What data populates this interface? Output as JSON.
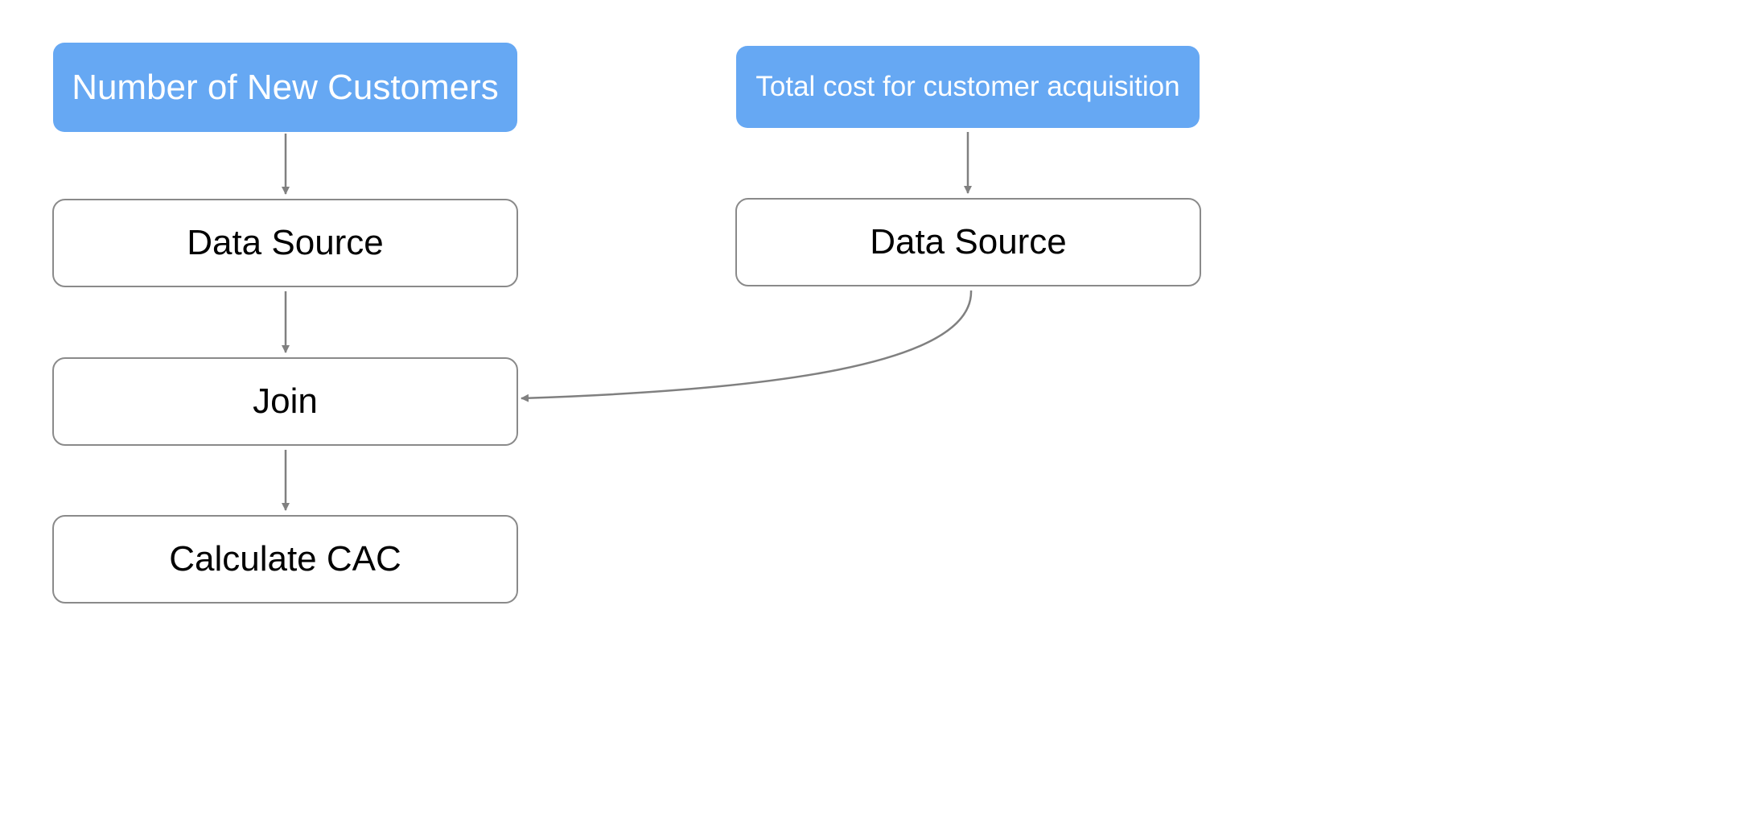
{
  "diagram": {
    "nodes": {
      "new_customers": "Number of New Customers",
      "total_cost": "Total cost for customer acquisition",
      "data_source_left": "Data Source",
      "data_source_right": "Data Source",
      "join": "Join",
      "calculate_cac": "Calculate CAC"
    },
    "edges": [
      {
        "from": "new_customers",
        "to": "data_source_left"
      },
      {
        "from": "data_source_left",
        "to": "join"
      },
      {
        "from": "join",
        "to": "calculate_cac"
      },
      {
        "from": "total_cost",
        "to": "data_source_right"
      },
      {
        "from": "data_source_right",
        "to": "join"
      }
    ],
    "colors": {
      "source_fill": "#66a8f3",
      "source_text": "#ffffff",
      "step_border": "#8a8a8a",
      "arrow": "#808080"
    }
  }
}
